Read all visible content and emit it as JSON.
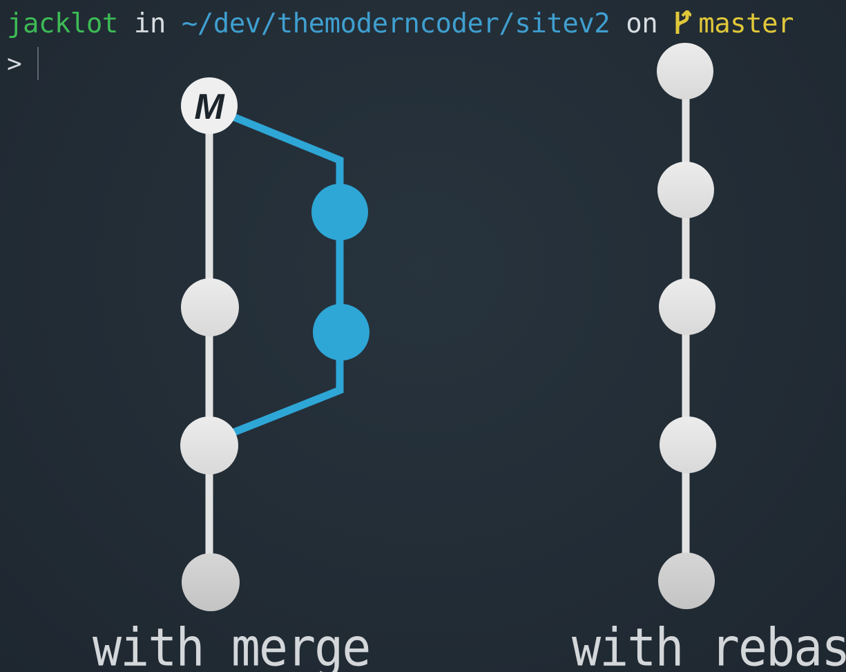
{
  "prompt": {
    "user": "jacklot",
    "in_word": "in",
    "path": "~/dev/themoderncoder/sitev2",
    "on_word": "on",
    "branch_icon": "git-branch-icon",
    "branch": "master",
    "input_symbol": ">"
  },
  "diagram": {
    "merge_caption": "with merge",
    "rebase_caption": "with rebase",
    "merge_node_label": "M",
    "colors": {
      "background": "#222d36",
      "main_line": "#e6e6e6",
      "feature_line": "#2ea6d6",
      "prompt_user": "#3dbb55",
      "prompt_path": "#3f9fcf",
      "prompt_branch": "#e0c83a"
    }
  }
}
